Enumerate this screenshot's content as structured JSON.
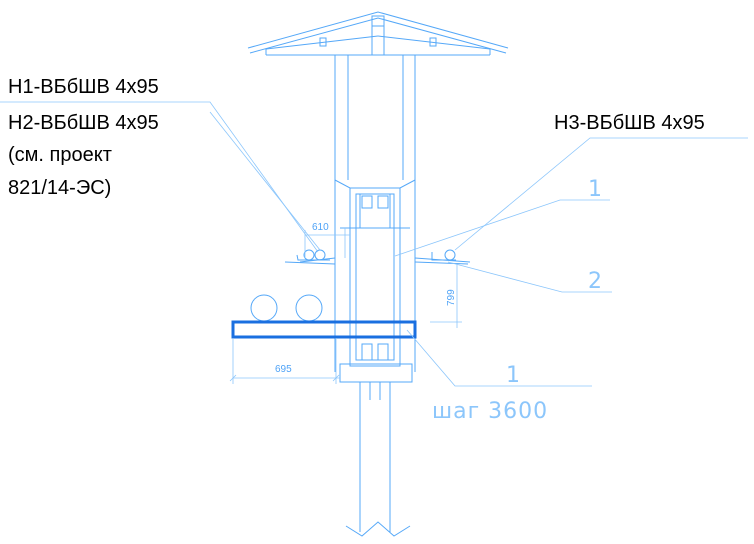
{
  "labels": {
    "cable_left_1": "Н1-ВБбШВ 4х95",
    "cable_left_2": "Н2-ВБбШВ 4х95",
    "ref_line_1": "(см. проект",
    "ref_line_2": "821/14-ЭС)",
    "cable_right": "Н3-ВБбШВ 4х95"
  },
  "dimensions": {
    "dim_610": "610",
    "dim_799": "799",
    "dim_695": "695"
  },
  "markers": {
    "mark_1_top": "1",
    "mark_2": "2",
    "mark_1_bottom": "1",
    "step": "шаг 3600"
  },
  "colors": {
    "line": "#55a8f8",
    "beam": "#1a6fe0",
    "text": "#000000"
  }
}
